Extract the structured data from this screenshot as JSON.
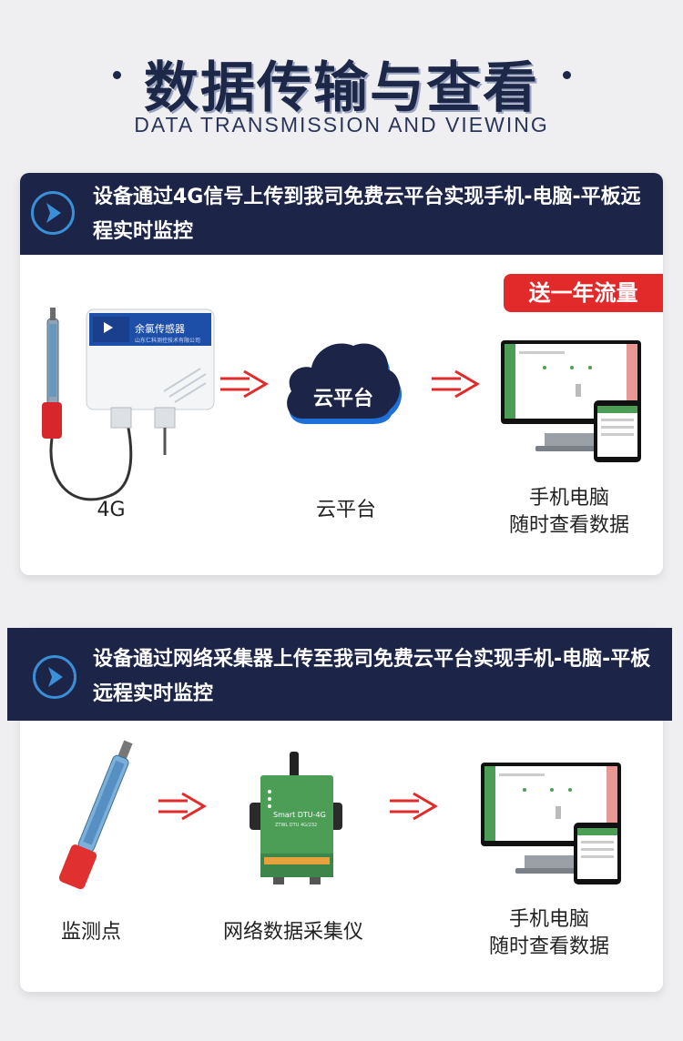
{
  "title": "数据传输与查看",
  "subtitle": "DATA TRANSMISSION AND VIEWING",
  "section1": {
    "header": "设备通过4G信号上传到我司免费云平台实现手机-电脑-平板远程实时监控",
    "badge": "送一年流量",
    "device_brand": "余氯传感器",
    "device_company": "山东仁科测控技术有限公司",
    "cloud_label": "云平台",
    "label_sensor": "4G",
    "label_cloud": "云平台",
    "label_view_line1": "手机电脑",
    "label_view_line2": "随时查看数据"
  },
  "section2": {
    "header": "设备通过网络采集器上传至我司免费云平台实现手机-电脑-平板远程实时监控",
    "dtu_name": "Smart DTU-4G",
    "dtu_sub": "ZTWL DTU 4G/232",
    "label_point": "监测点",
    "label_collector": "网络数据采集仪",
    "label_view_line1": "手机电脑",
    "label_view_line2": "随时查看数据"
  },
  "colors": {
    "navy": "#1c2547",
    "accent_blue": "#3a8fd8",
    "red": "#e32a2b",
    "green": "#4c9e57"
  }
}
